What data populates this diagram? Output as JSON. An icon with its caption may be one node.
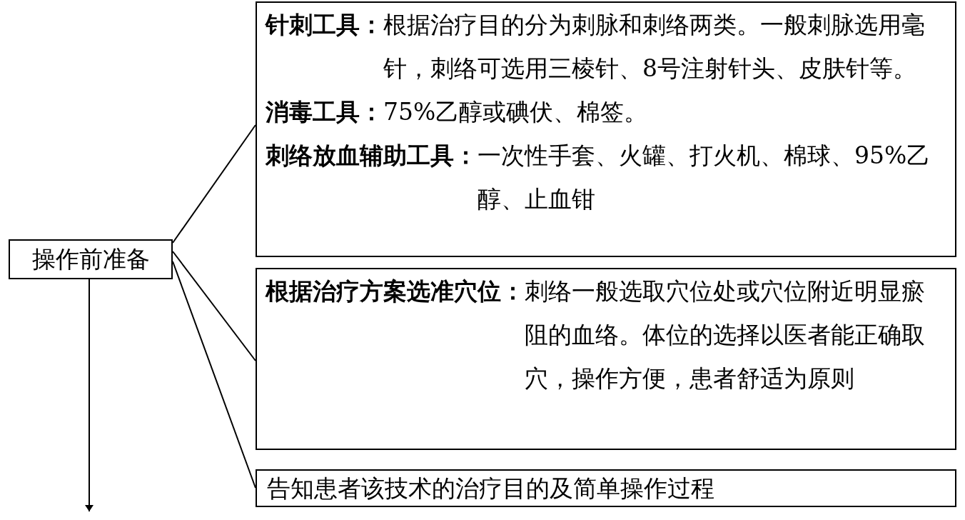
{
  "diagram": {
    "nodes": [
      {
        "text": [
          "操作前准备"
        ]
      },
      {
        "text": [
          "针刺工具：",
          "根据治疗目的分为刺脉和刺络两类。一般刺脉选用毫针，刺络可选用三棱针、8号注射针头、皮肤针等。",
          "消毒工具：",
          "75%乙醇或碘伏、棉签。",
          "刺络放血辅助工具：",
          "一次性手套、火罐、打火机、棉球、95%乙醇、止血钳"
        ]
      },
      {
        "text": [
          "根据治疗方案选准穴位：",
          "刺络一般选取穴位处或穴位附近明显瘀阻的血络。体位的选择以医者能正确取穴，操作方便，患者舒适为原则"
        ]
      },
      {
        "text": [
          "告知患者该技术的治疗目的及简单操作过程"
        ]
      }
    ],
    "edges": [
      {
        "from": 0,
        "to": 1,
        "arrow": "none"
      },
      {
        "from": 0,
        "to": 2,
        "arrow": "none"
      },
      {
        "from": 0,
        "to": 3,
        "arrow": "none"
      },
      {
        "from": 0,
        "to": null,
        "arrow": "to"
      }
    ]
  }
}
